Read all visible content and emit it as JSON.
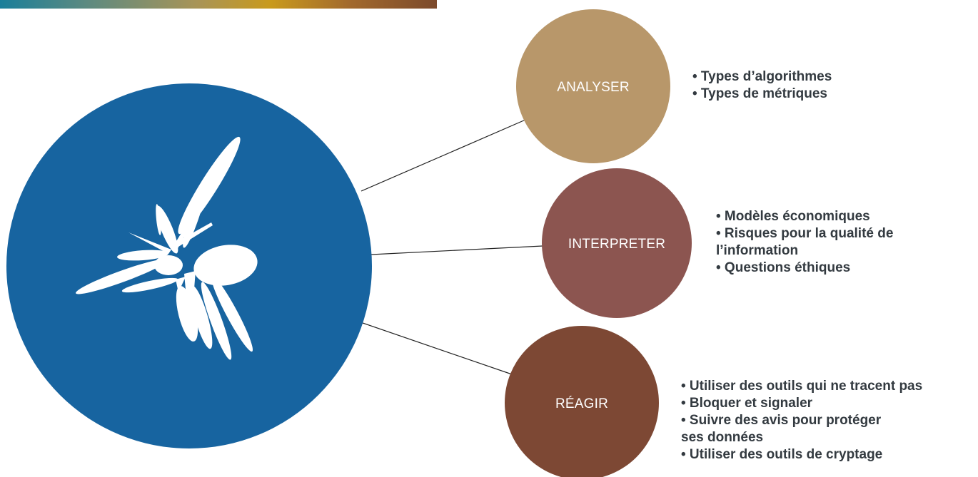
{
  "colors": {
    "hub": "#1764a0",
    "analyser": "#b8976a",
    "interpreter": "#8c5550",
    "reagir": "#7d4834",
    "text": "#333a40",
    "connector": "#222222"
  },
  "hub": {
    "icon": "abstract-white-splash-icon"
  },
  "nodes": {
    "analyser": {
      "label": "ANALYSER",
      "bullets": [
        "• Types d’algorithmes",
        "• Types de métriques"
      ]
    },
    "interpreter": {
      "label": "INTERPRETER",
      "bullets": [
        "• Modèles économiques",
        "• Risques pour la qualité de",
        "l’information",
        "• Questions éthiques"
      ]
    },
    "reagir": {
      "label": "RÉAGIR",
      "bullets": [
        "• Utiliser des outils qui ne tracent pas",
        "• Bloquer et signaler",
        "• Suivre des avis pour protéger",
        "ses données",
        "• Utiliser des outils de cryptage"
      ]
    }
  }
}
